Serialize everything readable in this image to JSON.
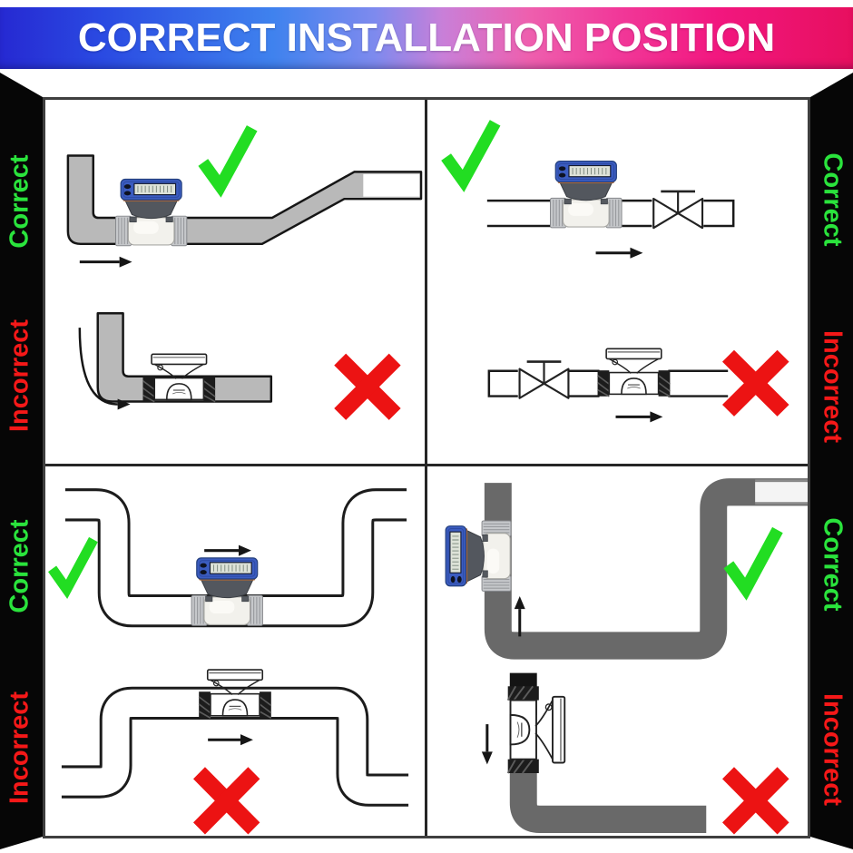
{
  "header": {
    "title": "CORRECT INSTALLATION POSITION"
  },
  "side_labels": {
    "left": [
      {
        "text": "Correct"
      },
      {
        "text": "Incorrect"
      },
      {
        "text": "Correct"
      },
      {
        "text": "Incorrect"
      }
    ],
    "right": [
      {
        "text": "Correct"
      },
      {
        "text": "Incorrect"
      },
      {
        "text": "Correct"
      },
      {
        "text": "Incorrect"
      }
    ]
  },
  "colors": {
    "correct_label": "#2ae33c",
    "incorrect_label": "#f51818",
    "check_icon": "#22dd22",
    "cross_icon": "#ec1313",
    "banner_gradient_start": "#2629d2",
    "banner_gradient_end": "#e70f5f",
    "pipe_light_gray": "#b9b9b9",
    "pipe_dark_gray": "#696969",
    "meter_cap_blue": "#3b5cc0"
  },
  "quadrants": [
    {
      "position": "top-left",
      "scenes": [
        {
          "verdict": "correct",
          "marker": "check-icon",
          "scene": "meter-on-horizontal-run-after-downward-elbow"
        },
        {
          "verdict": "incorrect",
          "marker": "cross-icon",
          "scene": "meter-immediately-after-elbow"
        }
      ]
    },
    {
      "position": "top-right",
      "scenes": [
        {
          "verdict": "correct",
          "marker": "check-icon",
          "scene": "meter-upstream-of-valve"
        },
        {
          "verdict": "incorrect",
          "marker": "cross-icon",
          "scene": "meter-downstream-of-valve"
        }
      ]
    },
    {
      "position": "bottom-left",
      "scenes": [
        {
          "verdict": "correct",
          "marker": "check-icon",
          "scene": "meter-at-low-point-of-pipe-run"
        },
        {
          "verdict": "incorrect",
          "marker": "cross-icon",
          "scene": "meter-at-high-point-of-pipe-run"
        }
      ]
    },
    {
      "position": "bottom-right",
      "scenes": [
        {
          "verdict": "correct",
          "marker": "check-icon",
          "scene": "meter-on-vertical-pipe-upward-flow"
        },
        {
          "verdict": "incorrect",
          "marker": "cross-icon",
          "scene": "meter-on-vertical-pipe-downward-flow"
        }
      ]
    }
  ]
}
